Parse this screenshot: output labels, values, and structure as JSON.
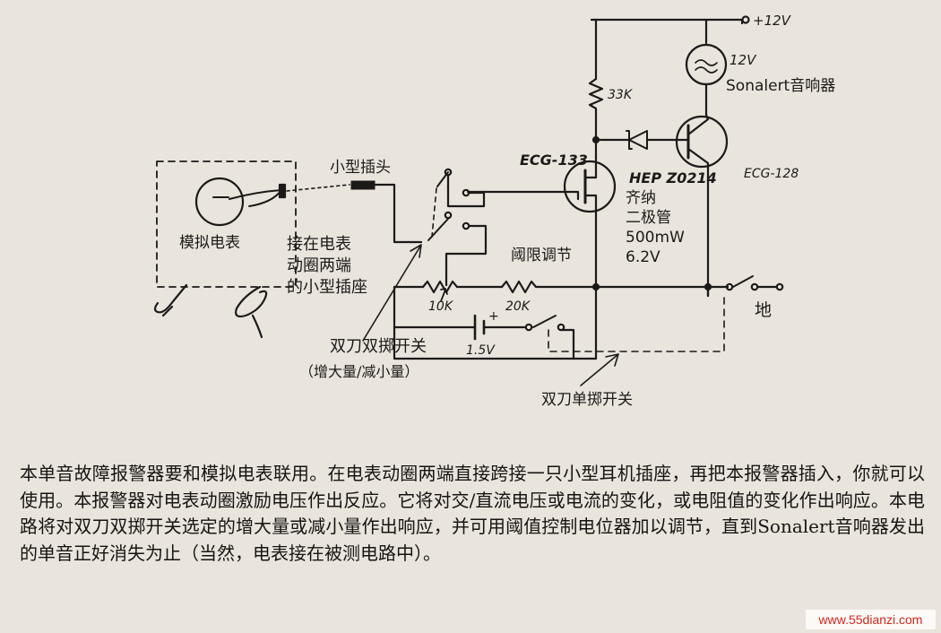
{
  "labels": {
    "vcc": "+12V",
    "buzzer_voltage": "12V",
    "buzzer_name": "Sonalert音响器",
    "r1": "33K",
    "q1": "ECG-133",
    "zener_part": "HEP Z0214",
    "q2": "ECG-128",
    "zener_desc_1": "齐纳",
    "zener_desc_2": "二极管",
    "zener_desc_3": "500mW",
    "zener_desc_4": "6.2V",
    "plug": "小型插头",
    "meter": "模拟电表",
    "socket_1": "接在电表",
    "socket_2": "动圈两端",
    "socket_3": "的小型插座",
    "threshold": "阈限调节",
    "pot": "10K",
    "r2": "20K",
    "battery": "1.5V",
    "plus": "+",
    "ground": "地",
    "dpdt": "双刀双掷开关",
    "dpdt_sub": "（增大量/减小量）",
    "dpst": "双刀单掷开关"
  },
  "caption": "本单音故障报警器要和模拟电表联用。在电表动圈两端直接跨接一只小型耳机插座，再把本报警器插入，你就可以使用。本报警器对电表动圈激励电压作出反应。它将对交/直流电压或电流的变化，或电阻值的变化作出响应。本电路将对双刀双掷开关选定的增大量或减小量作出响应，并可用阈值控制电位器加以调节，直到Sonalert音响器发出的单音正好消失为止（当然，电表接在被测电路中）。",
  "watermark": "www.55dianzi.com",
  "colors": {
    "paper": "#e9e4dc",
    "ink": "#1c1a18",
    "watermark": "#d6251c"
  }
}
